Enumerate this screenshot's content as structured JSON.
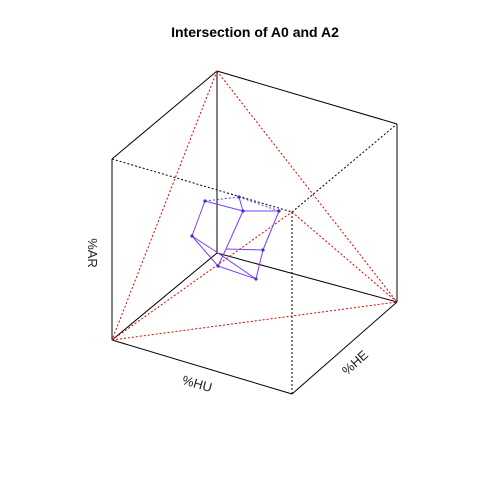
{
  "title": "Intersection of A0 and A2",
  "axes": {
    "x_label": "%HU",
    "y_label": "%AR",
    "z_label": "%HE"
  },
  "colors": {
    "box": "#000000",
    "tetrahedron": "#e00000",
    "intersection": "#7b3ff0"
  }
}
